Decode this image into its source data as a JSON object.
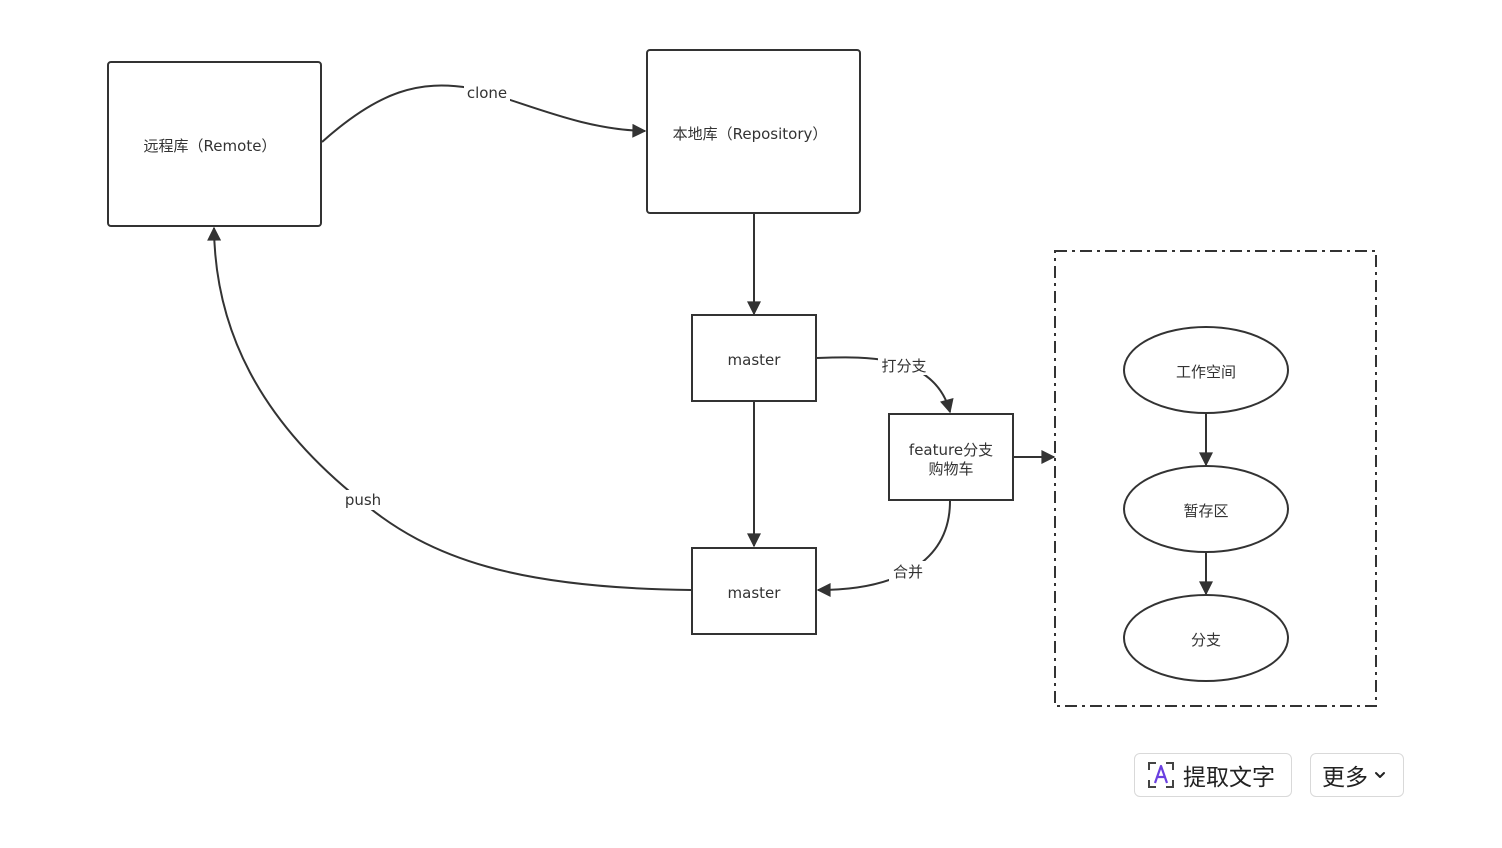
{
  "nodes": {
    "remote": "远程库（Remote）",
    "local": "本地库（Repository）",
    "master_top": "master",
    "master_bottom": "master",
    "feature_line1": "feature分支",
    "feature_line2": "购物车",
    "workspace": "工作空间",
    "staging": "暂存区",
    "branch": "分支"
  },
  "edges": {
    "clone": "clone",
    "branch_off": "打分支",
    "merge": "合并",
    "push": "push"
  },
  "toolbar": {
    "extract_label": "提取文字",
    "more_label": "更多"
  }
}
